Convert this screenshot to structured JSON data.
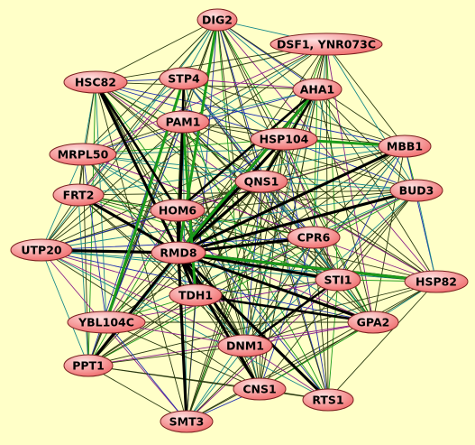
{
  "network": {
    "background_color": "#ffffc8",
    "node_fill_light": "#fde0e0",
    "node_fill_dark": "#f06a6a",
    "edge_colors": {
      "default": "#2a3a10",
      "strong": "#000000",
      "green": "#1a9a1a",
      "teal": "#1a8a8a",
      "purple": "#8a208a",
      "blue": "#2030b0"
    },
    "nodes": [
      {
        "id": "DIG2",
        "label": "DIG2"
      },
      {
        "id": "DSF1",
        "label": "DSF1, YNR073C"
      },
      {
        "id": "HSC82",
        "label": "HSC82"
      },
      {
        "id": "STP4",
        "label": "STP4"
      },
      {
        "id": "AHA1",
        "label": "AHA1"
      },
      {
        "id": "PAM1",
        "label": "PAM1"
      },
      {
        "id": "HSP104",
        "label": "HSP104"
      },
      {
        "id": "MBB1",
        "label": "MBB1"
      },
      {
        "id": "MRPL50",
        "label": "MRPL50"
      },
      {
        "id": "QNS1",
        "label": "QNS1"
      },
      {
        "id": "BUD3",
        "label": "BUD3"
      },
      {
        "id": "FRT2",
        "label": "FRT2"
      },
      {
        "id": "HOM6",
        "label": "HOM6"
      },
      {
        "id": "CPR6",
        "label": "CPR6"
      },
      {
        "id": "UTP20",
        "label": "UTP20"
      },
      {
        "id": "RMD8",
        "label": "RMD8"
      },
      {
        "id": "STI1",
        "label": "STI1"
      },
      {
        "id": "HSP82",
        "label": "HSP82"
      },
      {
        "id": "PPT1",
        "label": "PPT1"
      },
      {
        "id": "TDH1",
        "label": "TDH1"
      },
      {
        "id": "YBL104C",
        "label": "YBL104C"
      },
      {
        "id": "GPA2",
        "label": "GPA2"
      },
      {
        "id": "DNM1",
        "label": "DNM1"
      },
      {
        "id": "CNS1",
        "label": "CNS1"
      },
      {
        "id": "RTS1",
        "label": "RTS1"
      },
      {
        "id": "SMT3",
        "label": "SMT3"
      }
    ]
  }
}
